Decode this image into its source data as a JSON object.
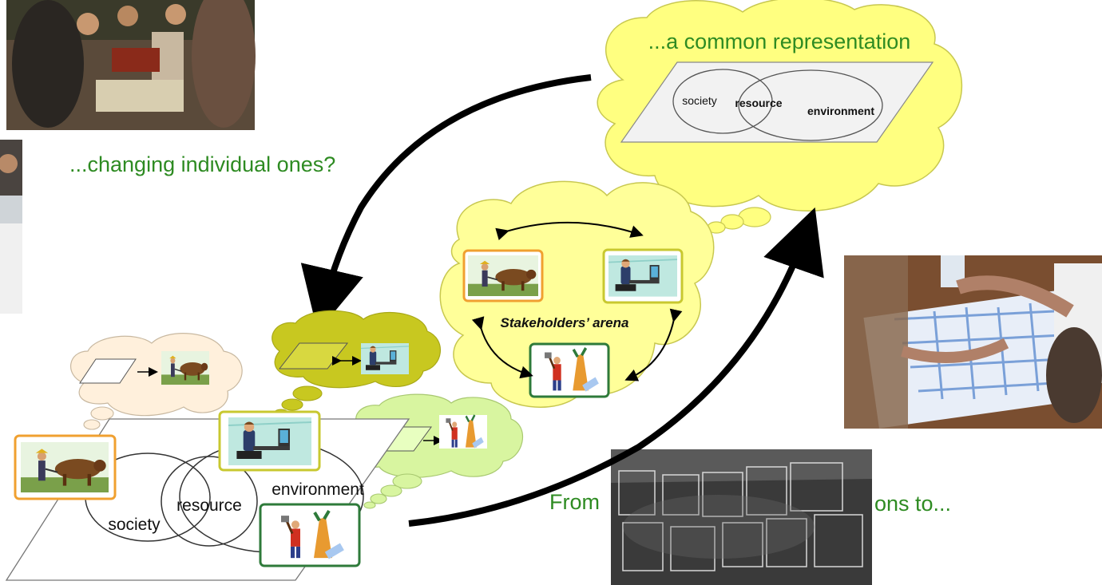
{
  "top_cloud": {
    "title": "...a common representation",
    "circles": [
      "society",
      "resource",
      "environment"
    ]
  },
  "changing_text": "...changing individual ones?",
  "arena_label": "Stakeholders’ arena",
  "bottom_map": {
    "circles": [
      "society",
      "resource",
      "environment"
    ]
  },
  "from_text_left": "From",
  "from_text_right": "ons to...",
  "stakeholders": [
    {
      "role": "farmer with ox plough",
      "icon": "farmer-ox-icon",
      "frame_color": "#f0a030"
    },
    {
      "role": "office worker at computer",
      "icon": "computer-worker-icon",
      "frame_color": "#c8c830"
    },
    {
      "role": "woodcutter with tree",
      "icon": "woodcutter-icon",
      "frame_color": "#2e8b3a"
    }
  ],
  "colors": {
    "text_green": "#2e8b22",
    "cloud_yellow": "#ffff80",
    "cloud_olive": "#c8c820",
    "cloud_lightgreen": "#d8f5a0",
    "cloud_peach": "#fff0dc"
  }
}
